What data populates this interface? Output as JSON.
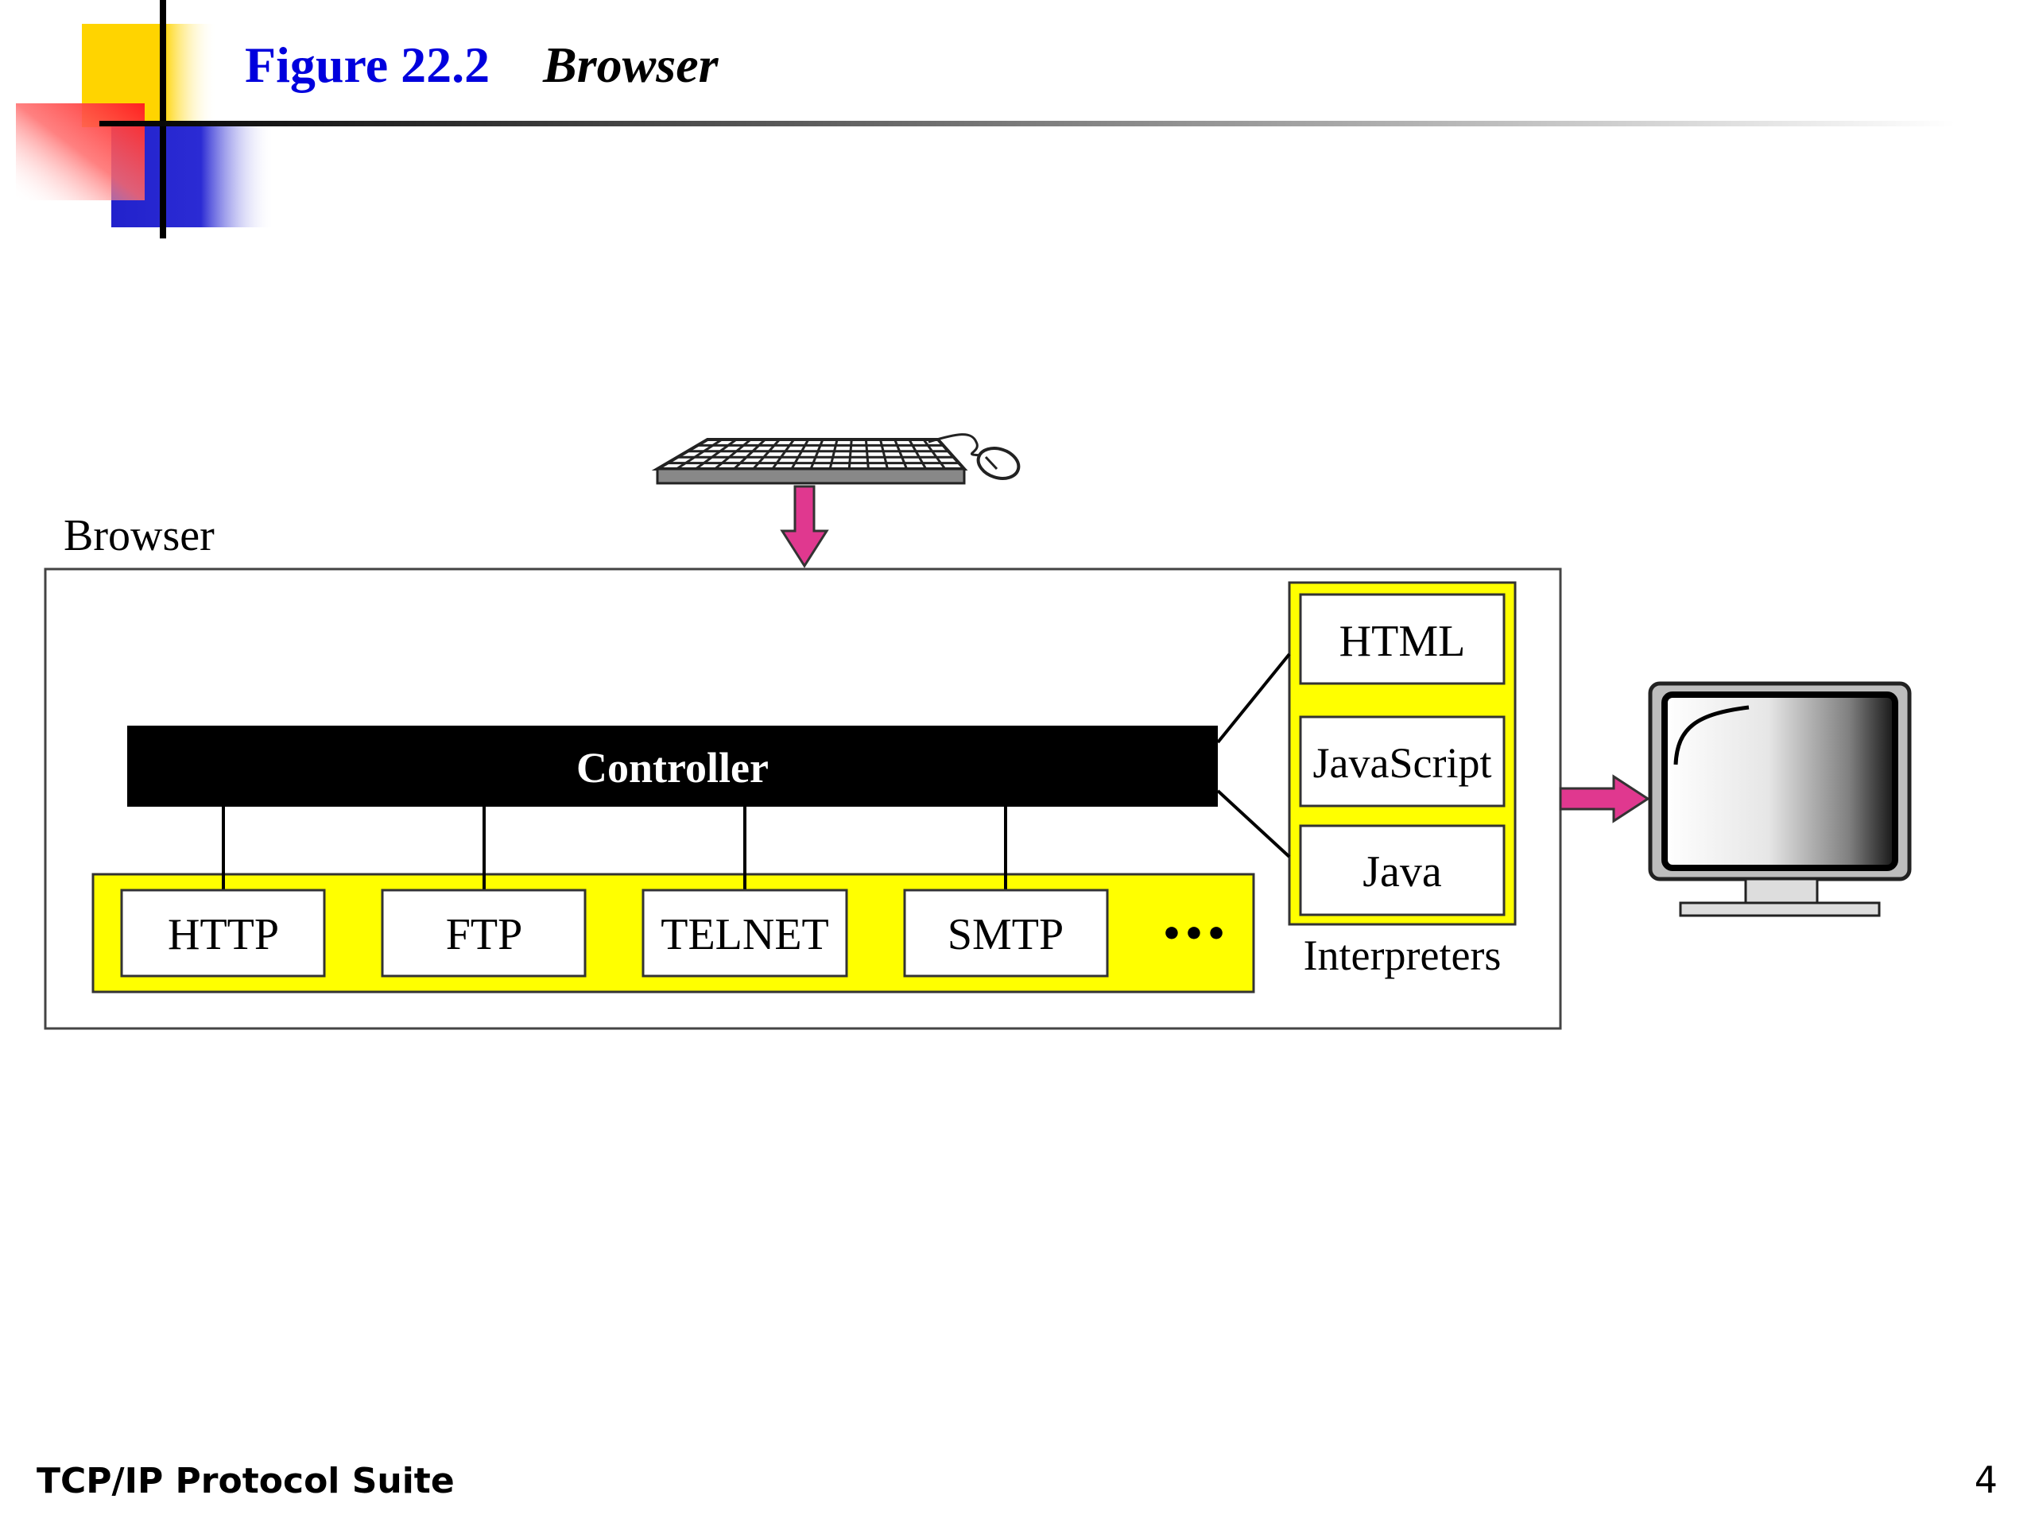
{
  "slide": {
    "title_number": "Figure 22.2",
    "title_caption": "Browser",
    "footer_left": "TCP/IP Protocol Suite",
    "page_number": "4"
  },
  "diagram": {
    "browser_label": "Browser",
    "controller_label": "Controller",
    "clients": [
      "HTTP",
      "FTP",
      "TELNET",
      "SMTP"
    ],
    "clients_more": "•••",
    "interpreters": [
      "HTML",
      "JavaScript",
      "Java"
    ],
    "interpreters_label": "Interpreters",
    "input_device": "keyboard-mouse-icon",
    "output_device": "monitor-icon"
  },
  "colors": {
    "title_blue": "#0000dd",
    "highlight_yellow": "#ffff00",
    "arrow_pink": "#e0388f",
    "controller_black": "#000000"
  }
}
